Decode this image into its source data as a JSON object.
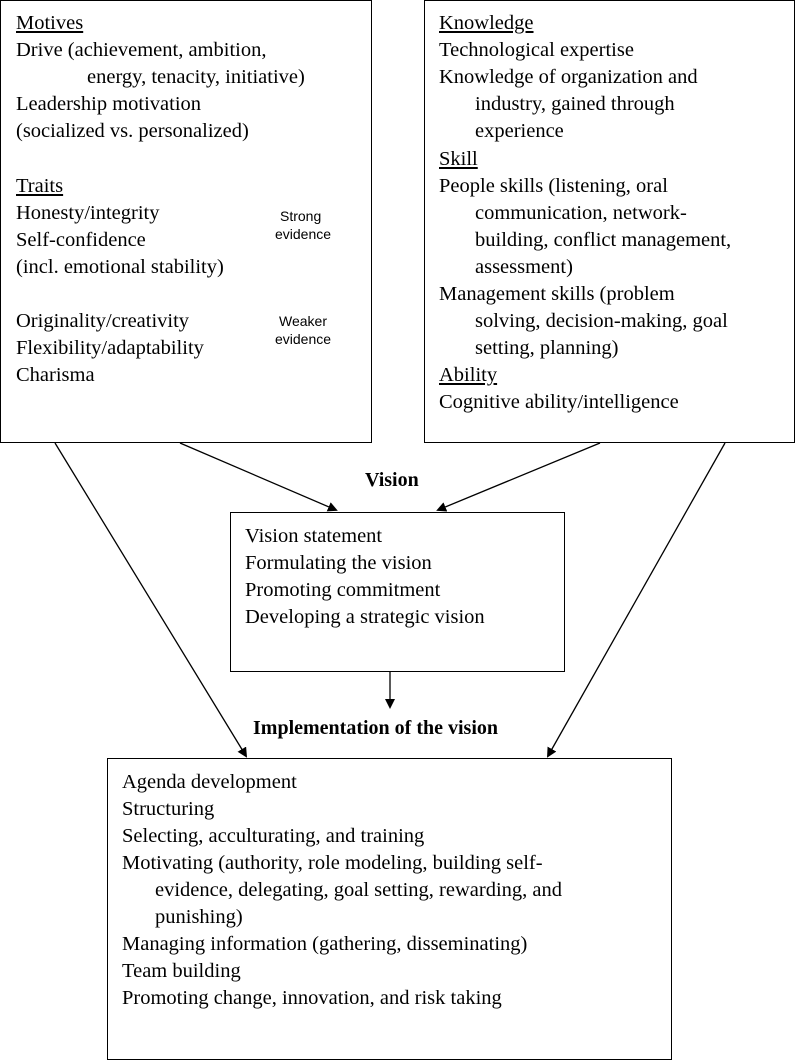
{
  "left_box": {
    "motives_heading": "Motives",
    "drive_line1": "Drive  (achievement, ambition,",
    "drive_line2": "energy, tenacity,  initiative)",
    "leadership_line1": "Leadership motivation",
    "leadership_line2": "(socialized vs. personalized)",
    "traits_heading": "Traits",
    "trait_honesty": "Honesty/integrity",
    "trait_selfconfidence": "Self-confidence",
    "trait_emotional": "(incl. emotional stability)",
    "strong_line1": "Strong",
    "strong_line2": "evidence",
    "trait_originality": "Originality/creativity",
    "trait_flexibility": "Flexibility/adaptability",
    "trait_charisma": "Charisma",
    "weaker_line1": "Weaker",
    "weaker_line2": "evidence"
  },
  "right_box": {
    "knowledge_heading": "Knowledge",
    "k_tech": "Technological  expertise",
    "k_org_line1": "Knowledge of organization and",
    "k_org_line2": "industry, gained through",
    "k_org_line3": "experience",
    "skill_heading": "Skill",
    "people_line1": "People skills (listening, oral",
    "people_line2": "communication, network-",
    "people_line3": "building, conflict management,",
    "people_line4": "assessment)",
    "mgmt_line1": "Management skills (problem",
    "mgmt_line2": "solving, decision-making, goal",
    "mgmt_line3": "setting, planning)",
    "ability_heading": "Ability",
    "ability_item": "Cognitive ability/intelligence"
  },
  "vision": {
    "heading": "Vision",
    "items": [
      "Vision statement",
      "Formulating the vision",
      "Promoting commitment",
      "Developing a strategic vision"
    ]
  },
  "implementation": {
    "heading": "Implementation of the vision",
    "agenda": "Agenda development",
    "structuring": "Structuring",
    "selecting": "Selecting, acculturating, and training",
    "motivating_line1": "Motivating (authority, role modeling, building self-",
    "motivating_line2": "evidence, delegating, goal setting, rewarding, and",
    "motivating_line3": "punishing)",
    "managing": "Managing information (gathering, disseminating)",
    "team": "Team building",
    "promoting": "Promoting change, innovation, and risk taking"
  }
}
